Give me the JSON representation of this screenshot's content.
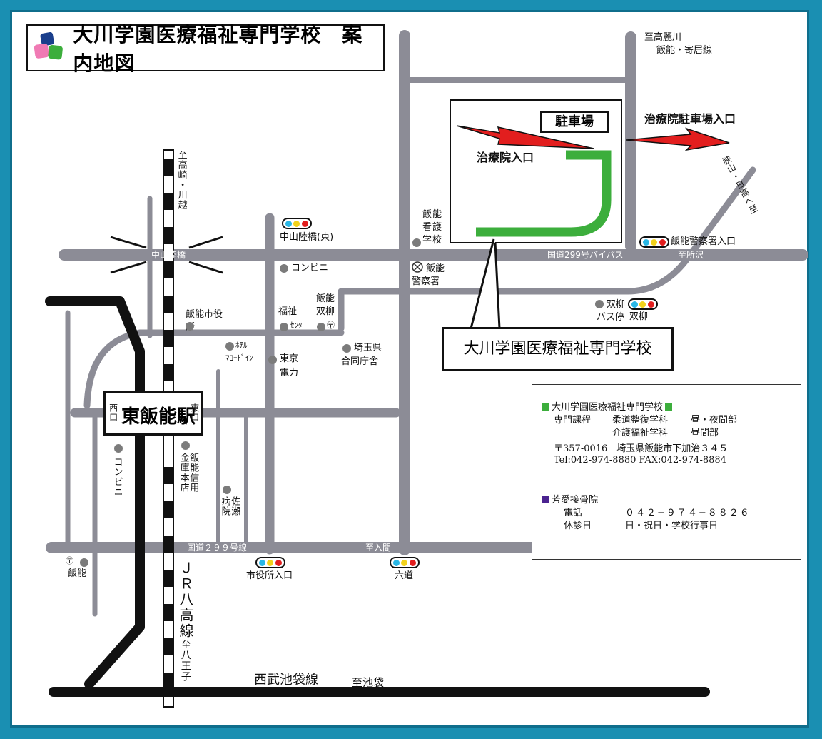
{
  "title": "大川学園医療福祉専門学校　案内地図",
  "logo_colors": [
    "#1a3f8c",
    "#f07ab4",
    "#3cae3c",
    "#29b7e6"
  ],
  "road_colors": {
    "road": "#8c8c96",
    "rail": "#111111",
    "parking": "#3cae3c",
    "arrow": "#e21e1e"
  },
  "school_callout": "大川学園医療福祉専門学校",
  "station": {
    "name": "東飯能駅",
    "west_exit": "西口",
    "east_exit": "東口"
  },
  "parking": {
    "label": "駐車場",
    "entrance_label": "治療院入口",
    "lot_entrance_label": "治療院駐車場入口"
  },
  "roads": {
    "nakayama_bridge": "中山陸橋",
    "bypass": "国道299号バイパス",
    "to_tokorozawa": "至所沢",
    "route299": "国道２９９号線",
    "to_iruma": "至入間"
  },
  "directions": {
    "to_komagawa_line1": "至高麗川",
    "to_komagawa_line2": "飯能・寄居線",
    "to_takasaki": "至高崎・川越",
    "to_hachioji": "至八王子",
    "to_ikebukuro": "至池袋",
    "to_sayama": "狭山・日高へ至"
  },
  "rail": {
    "jr": "ＪＲ八高線",
    "seibu": "西武池袋線"
  },
  "signals": {
    "nakayama_east": "中山陸橋(東)",
    "police_entrance": "飯能警察署入口",
    "futayanagi": "双柳",
    "city_hall_entrance": "市役所入口",
    "rokudo": "六道",
    "colors": [
      "#29b7e6",
      "#f2d21b",
      "#e21e1e"
    ]
  },
  "landmarks": {
    "nursing_school": "飯能看護学校",
    "convenience_store": "コンビニ",
    "police": "飯能警察署",
    "futayanagi_bus": "双柳バス停",
    "city_hall": "飯能市役所",
    "welfare_center_1": "福祉",
    "welfare_center_2": "ｾﾝﾀ",
    "hanno_futayanagi_1": "飯能",
    "hanno_futayanagi_2": "双柳",
    "hotel_1": "ﾎﾃﾙ",
    "hotel_2": "ﾏﾛｰﾄﾞｲﾝ",
    "tepco_1": "東京",
    "tepco_2": "電力",
    "pref_office_1": "埼玉県",
    "pref_office_2": "合同庁舎",
    "shinkin": "飯能信用金庫本店",
    "sase_hospital": "佐瀬病院",
    "convenience_west": "コンビニ",
    "hanno_post": "飯能"
  },
  "info": {
    "school": "大川学園医療福祉専門学校",
    "course_label": "専門課程",
    "course1": "柔道整復学科",
    "course1_time": "昼・夜間部",
    "course2": "介護福祉学科",
    "course2_time": "昼間部",
    "address": "〒357-0016　埼玉県飯能市下加治３４５",
    "tel_fax": "Tel:042-974-8880 FAX:042-974-8884",
    "clinic": "芳愛接骨院",
    "phone_label": "電話",
    "phone": "０４２−９７４−８８２６",
    "closed_label": "休診日",
    "closed": "日・祝日・学校行事日",
    "school_square_color": "#3cae3c",
    "clinic_square_color": "#4b2390"
  }
}
